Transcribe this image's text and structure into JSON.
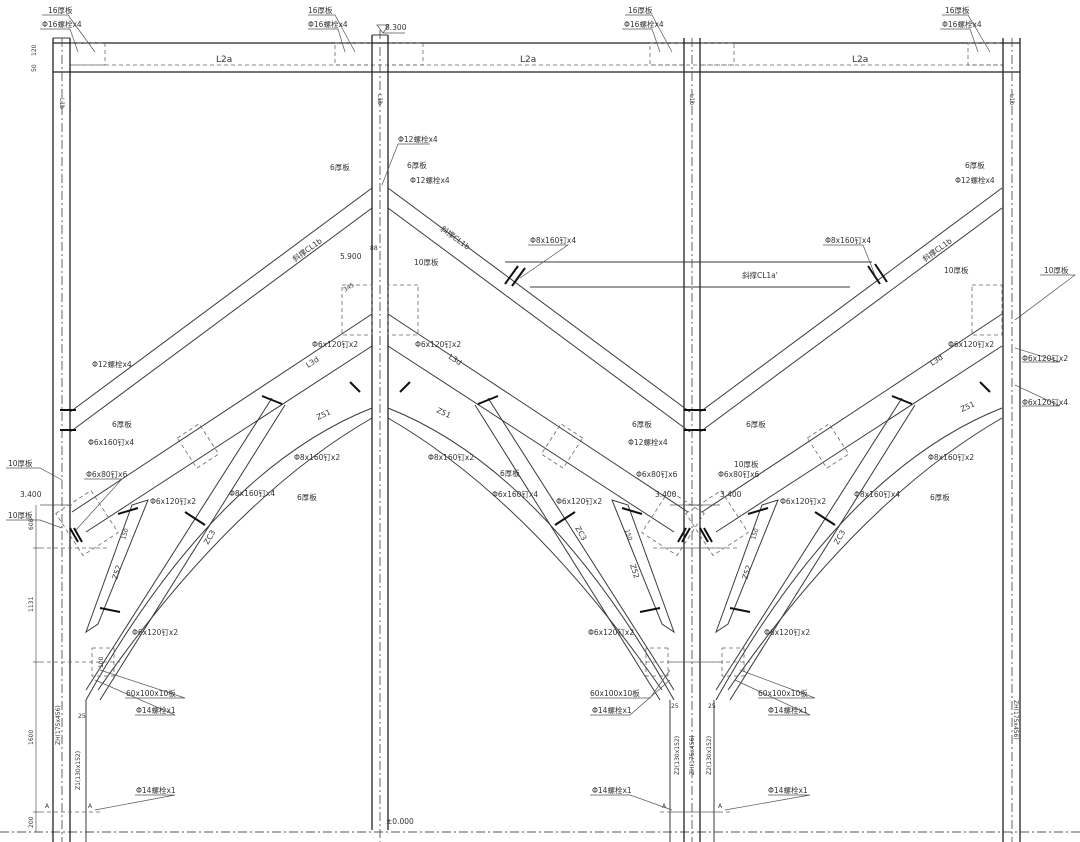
{
  "labels": {
    "plate16": "16厚板",
    "bolt16x4": "Φ16螺栓x4",
    "beam_L2a": "L2a",
    "column_L1b": "L1b",
    "elev_8300": "8.300",
    "elev_5900": "5.900",
    "elev_3400": "3.400",
    "elev_0": "±0.000",
    "bolt12x4": "Φ12螺栓x4",
    "plate6": "6厚板",
    "plate10": "10厚板",
    "brace_CL1b": "斜撑CL1b",
    "brace_CL1a": "斜撑CL1a'",
    "nail8x160x4": "Φ8x160钉x4",
    "nail8x160x2": "Φ8x160钉x2",
    "nail6x120x2": "Φ6x120钉x2",
    "nail6x120x4": "Φ6x120钉x4",
    "nail6x160x4": "Φ6x160钉x4",
    "nail6x80x6": "Φ6x80钉x6",
    "member_L3d": "L3d",
    "member_Z51": "Z51",
    "member_Z52": "Z52",
    "member_ZC3": "ZC3",
    "plate60x100x10": "60x100x10板",
    "bolt14x1": "Φ14螺栓x1",
    "col_ZH": "ZH(175x456)",
    "col_Z1": "Z1(130x152)",
    "col_Z2": "Z2(130x152)",
    "section_A": "A"
  },
  "dimensions": {
    "d608": "608",
    "d1131": "1131",
    "d1600": "1600",
    "d200": "200",
    "d150": "150",
    "d25": "25",
    "d50": "50",
    "d120": "120",
    "d100": "100",
    "d88": "88",
    "d345": "345"
  }
}
